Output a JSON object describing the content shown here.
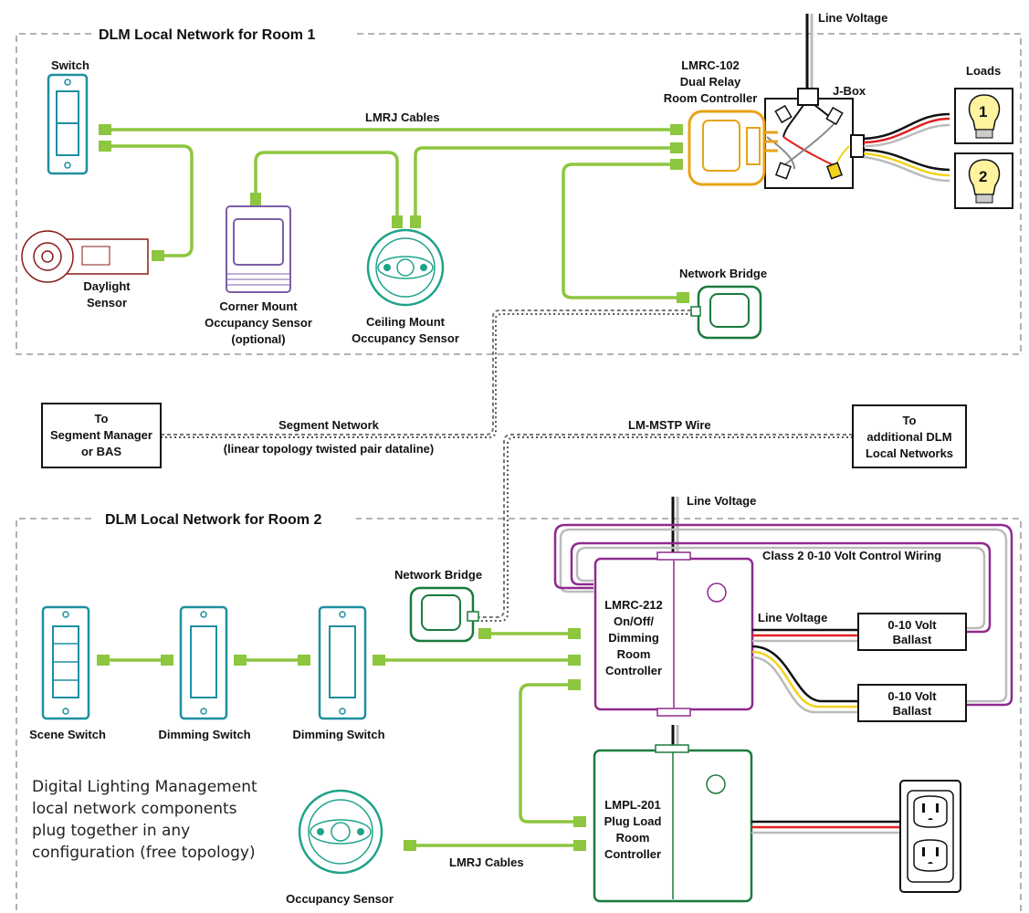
{
  "room1": {
    "title": "DLM Local Network for Room 1",
    "line_voltage": "Line Voltage",
    "controller": [
      "LMRC-102",
      "Dual Relay",
      "Room Controller"
    ],
    "jbox": "J-Box",
    "loads": "Loads",
    "load_numbers": [
      "1",
      "2"
    ],
    "switch": "Switch",
    "lmrj_cables": "LMRJ Cables",
    "daylight_sensor": [
      "Daylight",
      "Sensor"
    ],
    "corner_sensor": [
      "Corner Mount",
      "Occupancy Sensor",
      "(optional)"
    ],
    "ceiling_sensor": [
      "Ceiling Mount",
      "Occupancy Sensor"
    ],
    "network_bridge": "Network Bridge"
  },
  "middle": {
    "segment_manager": [
      "To",
      "Segment Manager",
      "or BAS"
    ],
    "segment_network": "Segment Network",
    "segment_network_sub": "(linear topology twisted pair dataline)",
    "lm_mstp": "LM-MSTP Wire",
    "additional": [
      "To",
      "additional DLM",
      "Local Networks"
    ]
  },
  "room2": {
    "title": "DLM Local Network for Room 2",
    "line_voltage_top": "Line Voltage",
    "class2": "Class 2 0-10 Volt Control Wiring",
    "network_bridge": "Network Bridge",
    "controller": [
      "LMRC-212",
      "On/Off/",
      "Dimming",
      "Room",
      "Controller"
    ],
    "line_voltage_mid": "Line Voltage",
    "ballast1": [
      "0-10 Volt",
      "Ballast"
    ],
    "ballast2": [
      "0-10 Volt",
      "Ballast"
    ],
    "scene_switch": "Scene Switch",
    "dimming_switch_1": "Dimming Switch",
    "dimming_switch_2": "Dimming Switch",
    "plug_controller": [
      "LMPL-201",
      "Plug Load",
      "Room",
      "Controller"
    ],
    "description": [
      "Digital Lighting Management",
      "local network components",
      "plug together in any",
      "configuration (free topology)"
    ],
    "occupancy_sensor": "Occupancy Sensor",
    "lmrj_cables": "LMRJ Cables"
  },
  "colors": {
    "lmrj_green": "#8dc63f",
    "switch_teal": "#1e8fa0",
    "controller_orange": "#e8a317",
    "bridge_green": "#1b7a3e",
    "sensor_teal": "#1fa38a",
    "corner_purple": "#7b5ea7",
    "daylight_red": "#8b1a1a",
    "room_ctrl_purple": "#8e2a8e",
    "plug_green": "#1b7a3e",
    "wire_red": "#e02020",
    "wire_yellow": "#f2d21b"
  }
}
